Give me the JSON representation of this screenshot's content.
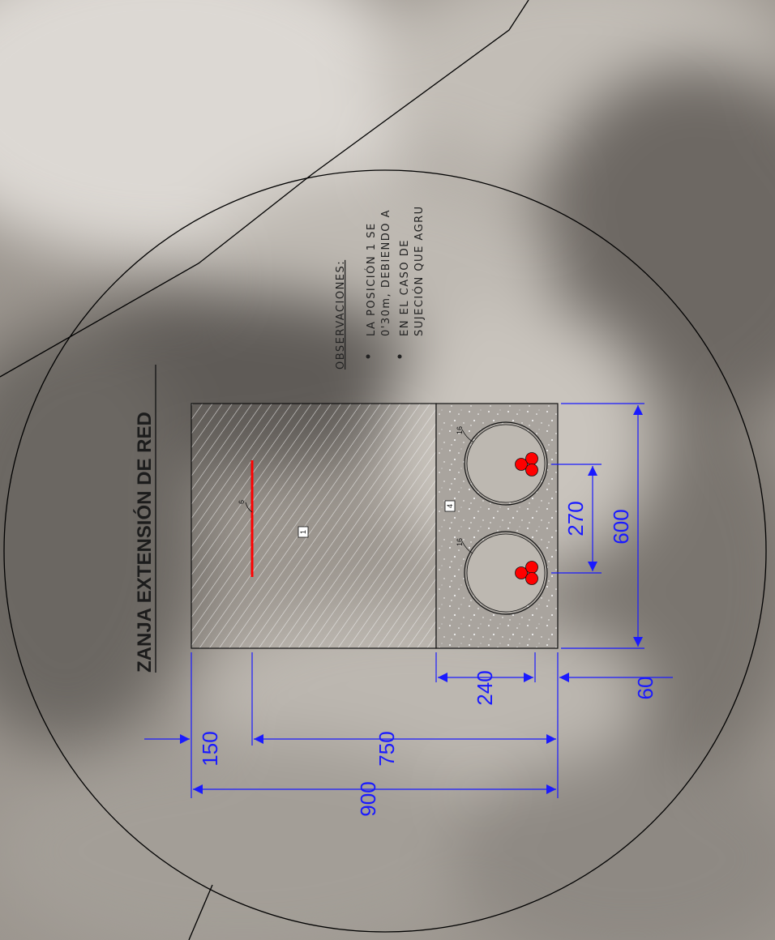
{
  "title": "ZANJA EXTENSIÓN DE RED",
  "observations": {
    "heading": "OBSERVACIONES:",
    "bullet_1_line_1": "LA POSICIÓN 1 SE",
    "bullet_1_line_2": "0'30m, DEBIENDO A",
    "bullet_2_line_1": "EN EL CASO DE",
    "bullet_2_line_2": "SUJECIÓN QUE AGRU"
  },
  "dimensions": {
    "total_depth": "900",
    "fill_depth": "750",
    "tape_depth": "150",
    "concrete_height": "240",
    "bottom_offset": "60",
    "trench_width": "600",
    "pipe_spacing": "270"
  },
  "labels": {
    "fill_layer": "1",
    "concrete_layer": "4",
    "warning_tape": "6",
    "pipe_left": "16",
    "pipe_right": "16"
  },
  "colors": {
    "dimension": "#1a1aff",
    "cable": "#ff0000",
    "outline": "#000000"
  }
}
